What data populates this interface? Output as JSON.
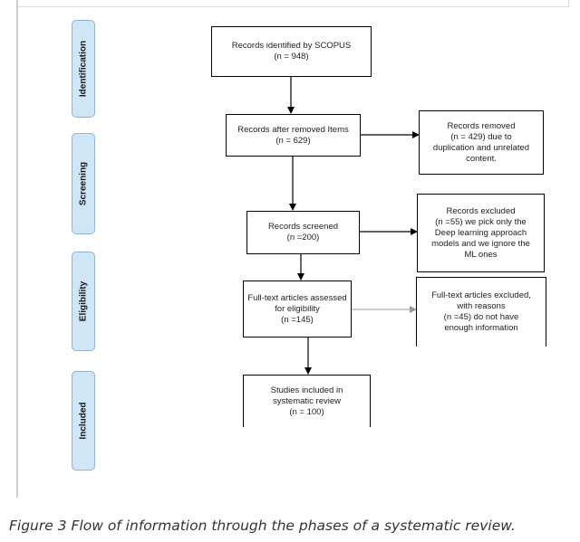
{
  "phases": [
    {
      "label": "Identification"
    },
    {
      "label": "Screening"
    },
    {
      "label": "Eligibility"
    },
    {
      "label": "Included"
    }
  ],
  "boxes": {
    "identified": {
      "line1": "Records identified by SCOPUS",
      "line2": "(n = 948)"
    },
    "after_removed": {
      "line1": "Records after removed Items",
      "line2": "(n = 629)"
    },
    "removed": {
      "line1": "Records removed",
      "line2": "(n = 429) due to",
      "line3": "duplication and unrelated",
      "line4": "content."
    },
    "screened": {
      "line1": "Records screened",
      "line2": "(n =200)"
    },
    "excluded": {
      "line1": "Records excluded",
      "line2": "(n =55) we pick only the",
      "line3": "Deep learning approach",
      "line4": "models and we ignore the",
      "line5": "ML ones"
    },
    "fulltext": {
      "line1": "Full-text articles assessed",
      "line2": "for eligibility",
      "line3": "(n =145)"
    },
    "fulltext_excluded": {
      "line1": "Full-text articles excluded,",
      "line2": "with reasons",
      "line3": "(n =45) do not have",
      "line4": "enough information"
    },
    "included": {
      "line1": "Studies included in",
      "line2": "systematic review",
      "line3": "(n = 100)"
    }
  },
  "caption": "Figure 3 Flow of information through the phases of a systematic review."
}
